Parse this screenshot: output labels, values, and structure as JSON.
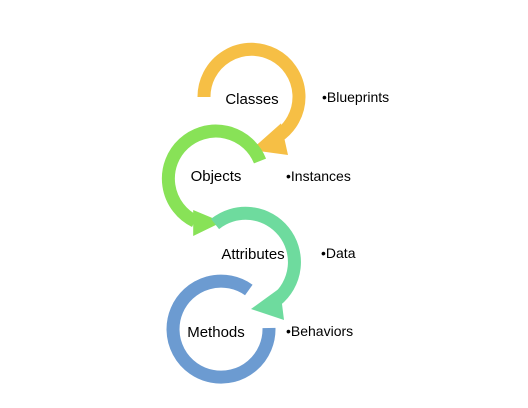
{
  "cycle": [
    {
      "label": "Classes",
      "note": "•Blueprints",
      "color": "#F6BF45"
    },
    {
      "label": "Objects",
      "note": "•Instances",
      "color": "#88E257"
    },
    {
      "label": "Attributes",
      "note": "•Data",
      "color": "#6EDB9E"
    },
    {
      "label": "Methods",
      "note": "•Behaviors",
      "color": "#6C9BD1"
    }
  ]
}
